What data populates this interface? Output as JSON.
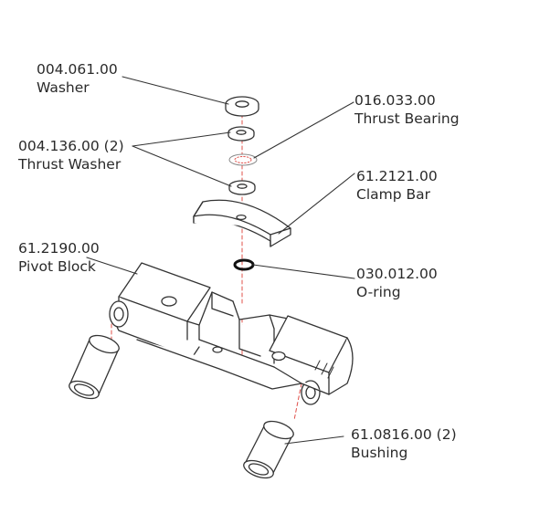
{
  "parts": [
    {
      "id": "washer",
      "number": "004.061.00",
      "name": "Washer"
    },
    {
      "id": "thrust-washer",
      "number": "004.136.00 (2)",
      "name": "Thrust Washer"
    },
    {
      "id": "thrust-bearing",
      "number": "016.033.00",
      "name": "Thrust Bearing"
    },
    {
      "id": "clamp-bar",
      "number": "61.2121.00",
      "name": "Clamp Bar"
    },
    {
      "id": "pivot-block",
      "number": "61.2190.00",
      "name": "Pivot Block"
    },
    {
      "id": "o-ring",
      "number": "030.012.00",
      "name": "O-ring"
    },
    {
      "id": "bushing",
      "number": "61.0816.00 (2)",
      "name": "Bushing"
    }
  ],
  "colors": {
    "line": "#333333",
    "centerline": "#e0504a",
    "label": "#2a2a2a"
  }
}
